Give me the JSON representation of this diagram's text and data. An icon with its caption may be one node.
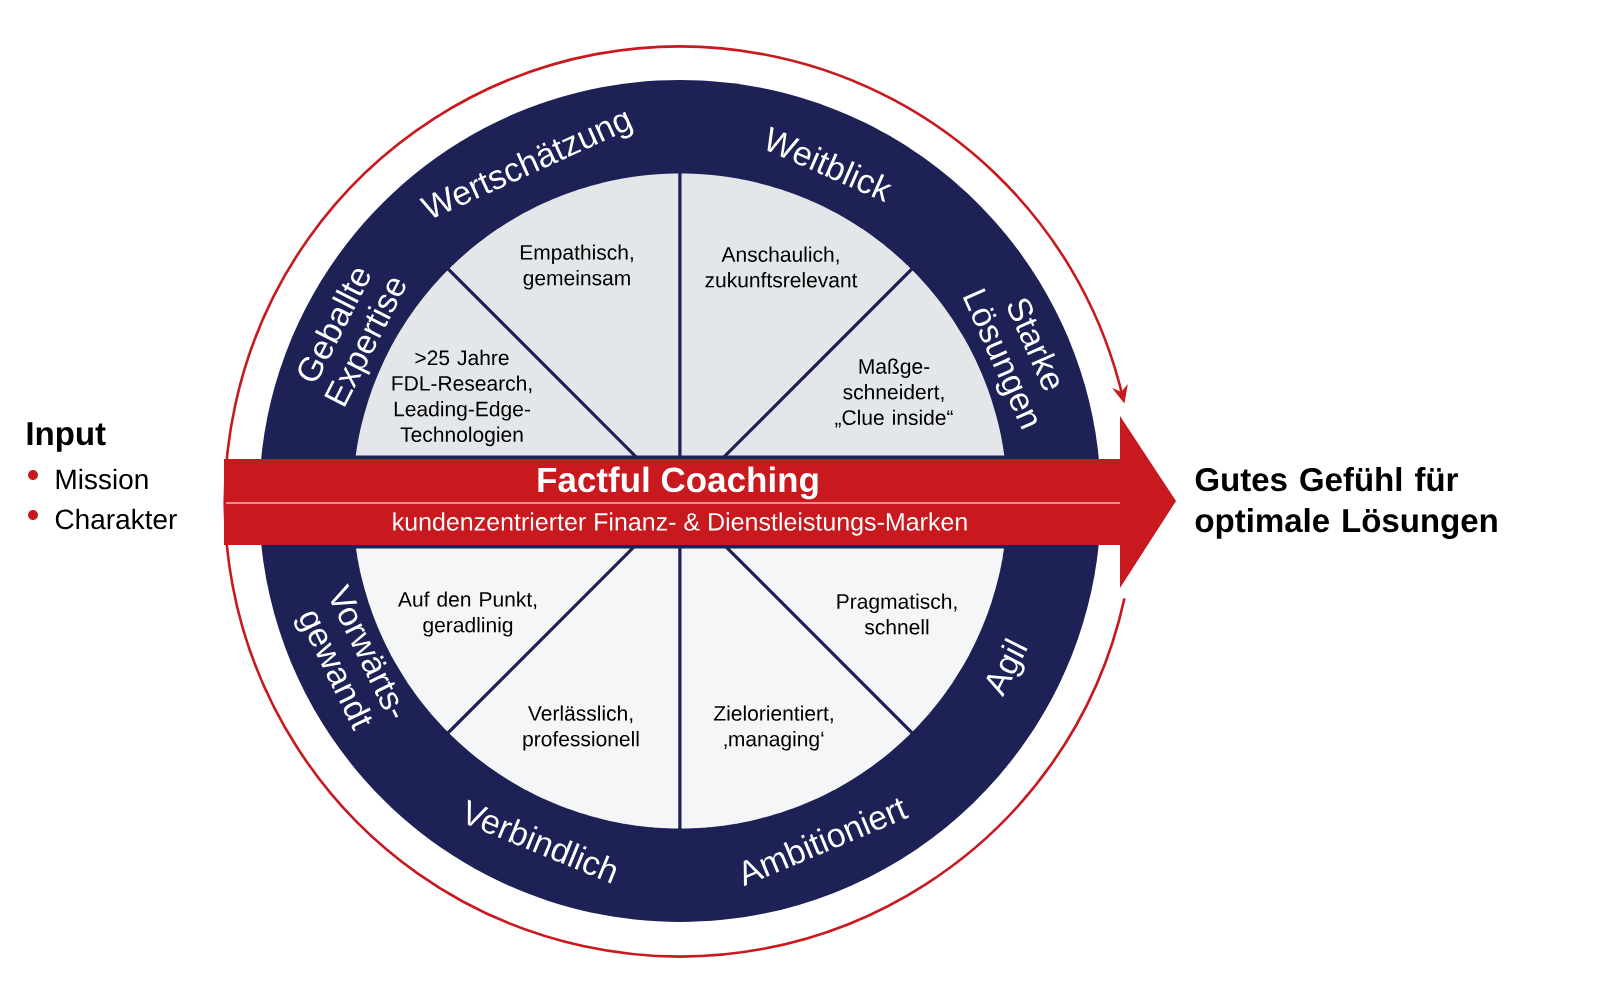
{
  "diagram": {
    "nodes": [
      {
        "text": [
          "Input",
          "Mission",
          "Charakter"
        ]
      },
      {
        "text": [
          "Gutes Gefühl für optimale Lösungen"
        ]
      },
      {
        "text": [
          "Wertschätzung",
          "Weitblick",
          "Geballte Expertise",
          "Starke Lösungen",
          "Vorwärts-gewandt",
          "Agil",
          "Verbindlich",
          "Ambitioniert"
        ]
      },
      {
        "text": [
          "Empathisch, gemeinsam"
        ],
        "in": 2
      },
      {
        "text": [
          "Anschaulich, zukunftsrelevant"
        ],
        "in": 2
      },
      {
        "text": [
          ">25 Jahre FDL-Research, Leading-Edge-Technologien"
        ],
        "in": 2
      },
      {
        "text": [
          "Maßge-schneidert, „Clue inside“"
        ],
        "in": 2
      },
      {
        "text": [
          "Auf den Punkt, geradlinig"
        ],
        "in": 2
      },
      {
        "text": [
          "Pragmatisch, schnell"
        ],
        "in": 2
      },
      {
        "text": [
          "Verlässlich, professionell"
        ],
        "in": 2
      },
      {
        "text": [
          "Zielorientiert, ‚managing‘"
        ],
        "in": 2
      },
      {
        "text": [
          "Factful Coaching",
          "kundenzentrierter Finanz- & Dienstleistungs-Marken"
        ]
      }
    ],
    "edges": [
      {
        "from": 11,
        "to": 11,
        "arrow": "to"
      }
    ]
  }
}
